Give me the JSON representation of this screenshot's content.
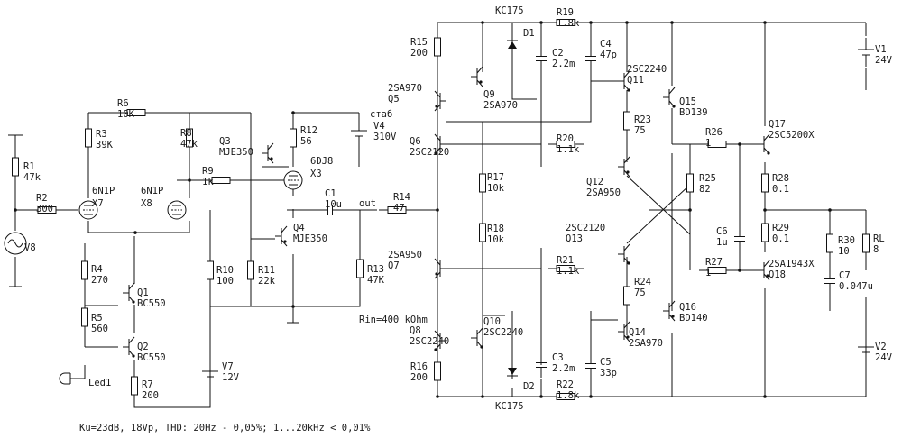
{
  "schematic": {
    "note": "Ku=23dB, 18Vp, THD: 20Hz - 0,05%; 1...20kHz < 0,01%",
    "sources": {
      "v1": {
        "name": "V1",
        "value": "24V"
      },
      "v2": {
        "name": "V2",
        "value": "24V"
      },
      "v4": {
        "name": "V4",
        "value": "310V",
        "note": "стаб"
      },
      "v7": {
        "name": "V7",
        "value": "12V"
      },
      "v8": {
        "name": "V8"
      }
    },
    "resistors": [
      {
        "name": "R1",
        "value": "47k"
      },
      {
        "name": "R2",
        "value": "300"
      },
      {
        "name": "R3",
        "value": "39K"
      },
      {
        "name": "R4",
        "value": "270"
      },
      {
        "name": "R5",
        "value": "560"
      },
      {
        "name": "R6",
        "value": "10K"
      },
      {
        "name": "R7",
        "value": "200"
      },
      {
        "name": "R8",
        "value": "47k"
      },
      {
        "name": "R9",
        "value": "1k"
      },
      {
        "name": "R10",
        "value": "100"
      },
      {
        "name": "R11",
        "value": "22k"
      },
      {
        "name": "R12",
        "value": "56"
      },
      {
        "name": "R13",
        "value": "47K"
      },
      {
        "name": "R14",
        "value": "47"
      },
      {
        "name": "R15",
        "value": "200"
      },
      {
        "name": "R16",
        "value": "200"
      },
      {
        "name": "R17",
        "value": "10k"
      },
      {
        "name": "R18",
        "value": "10k"
      },
      {
        "name": "R19",
        "value": "1.8k"
      },
      {
        "name": "R20",
        "value": "1.1k"
      },
      {
        "name": "R21",
        "value": "1.1k"
      },
      {
        "name": "R22",
        "value": "1.8k"
      },
      {
        "name": "R23",
        "value": "75"
      },
      {
        "name": "R24",
        "value": "75"
      },
      {
        "name": "R25",
        "value": "82"
      },
      {
        "name": "R26",
        "value": "1"
      },
      {
        "name": "R27",
        "value": "1"
      },
      {
        "name": "R28",
        "value": "0.1"
      },
      {
        "name": "R29",
        "value": "0.1"
      },
      {
        "name": "R30",
        "value": "10"
      },
      {
        "name": "RL",
        "value": "8"
      }
    ],
    "capacitors": [
      {
        "name": "C1",
        "value": "10u"
      },
      {
        "name": "C2",
        "value": "2.2m"
      },
      {
        "name": "C3",
        "value": "2.2m"
      },
      {
        "name": "C4",
        "value": "47p"
      },
      {
        "name": "C5",
        "value": "33p"
      },
      {
        "name": "C6",
        "value": "1u"
      },
      {
        "name": "C7",
        "value": "0.047u"
      }
    ],
    "transistors": [
      {
        "name": "Q1",
        "part": "BC550"
      },
      {
        "name": "Q2",
        "part": "BC550"
      },
      {
        "name": "Q3",
        "part": "MJE350"
      },
      {
        "name": "Q4",
        "part": "MJE350"
      },
      {
        "name": "Q5",
        "part": "2SA970"
      },
      {
        "name": "Q6",
        "part": "2SC2120"
      },
      {
        "name": "Q7",
        "part": "2SA950"
      },
      {
        "name": "Q8",
        "part": "2SC2240"
      },
      {
        "name": "Q9",
        "part": "2SA970"
      },
      {
        "name": "Q10",
        "part": "2SC2240"
      },
      {
        "name": "Q11",
        "part": "2SC2240"
      },
      {
        "name": "Q12",
        "part": "2SA950"
      },
      {
        "name": "Q13",
        "part": "2SC2120"
      },
      {
        "name": "Q14",
        "part": "2SA970"
      },
      {
        "name": "Q15",
        "part": "BD139"
      },
      {
        "name": "Q16",
        "part": "BD140"
      },
      {
        "name": "Q17",
        "part": "2SC5200X"
      },
      {
        "name": "Q18",
        "part": "2SA1943X"
      }
    ],
    "tubes": [
      {
        "name": "X7",
        "part": "6N1P"
      },
      {
        "name": "X8",
        "part": "6N1P"
      },
      {
        "name": "X3",
        "part": "6DJ8"
      }
    ],
    "diodes": [
      {
        "name": "D1",
        "part": "KC175"
      },
      {
        "name": "D2",
        "part": "KC175"
      }
    ],
    "led": {
      "name": "Led1"
    },
    "nets": {
      "out": "out",
      "rin": "Rin=400 kOhm"
    }
  }
}
